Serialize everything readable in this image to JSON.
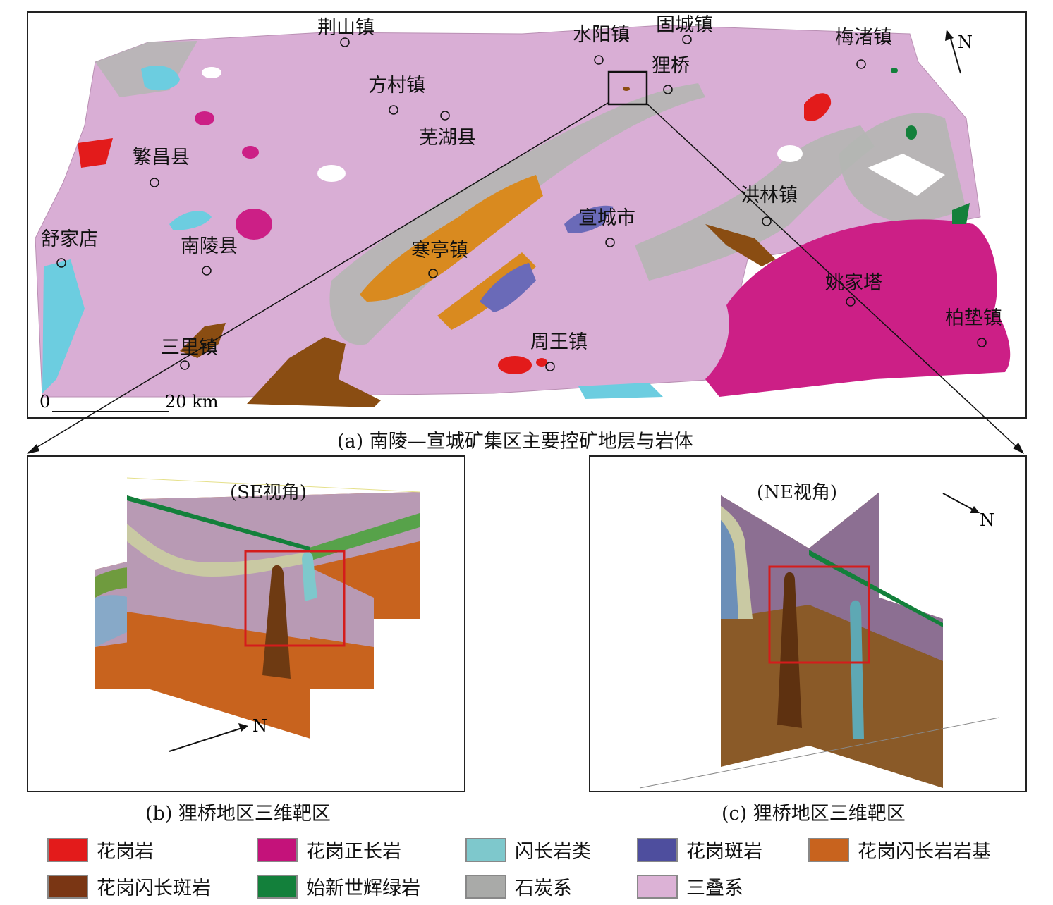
{
  "panel_a": {
    "towns": [
      "荆山镇",
      "水阳镇",
      "固城镇",
      "梅渚镇",
      "狸桥",
      "方村镇",
      "芜湖县",
      "繁昌县",
      "舒家店",
      "南陵县",
      "寒亭镇",
      "宣城市",
      "洪林镇",
      "姚家塔",
      "柏垫镇",
      "周王镇",
      "三里镇"
    ],
    "scale_zero": "0",
    "scale_label": "20 km",
    "north": "N",
    "caption": "(a) 南陵—宣城矿集区主要控矿地层与岩体"
  },
  "panel_b": {
    "view": "(SE视角)",
    "north": "N",
    "caption": "(b) 狸桥地区三维靶区"
  },
  "panel_c": {
    "view": "(NE视角)",
    "north": "N",
    "caption": "(c) 狸桥地区三维靶区"
  },
  "legend": [
    {
      "label": "花岗岩",
      "color": "#e31b1b"
    },
    {
      "label": "花岗正长岩",
      "color": "#c4127a"
    },
    {
      "label": "闪长岩类",
      "color": "#7ec8cc"
    },
    {
      "label": "花岗斑岩",
      "color": "#4e4e9e"
    },
    {
      "label": "花岗闪长岩岩基",
      "color": "#c8631e"
    },
    {
      "label": "花岗闪长斑岩",
      "color": "#7a3614"
    },
    {
      "label": "始新世辉绿岩",
      "color": "#13803b"
    },
    {
      "label": "石炭系",
      "color": "#a9aaa8"
    },
    {
      "label": "三叠系",
      "color": "#dcb2d6"
    }
  ]
}
